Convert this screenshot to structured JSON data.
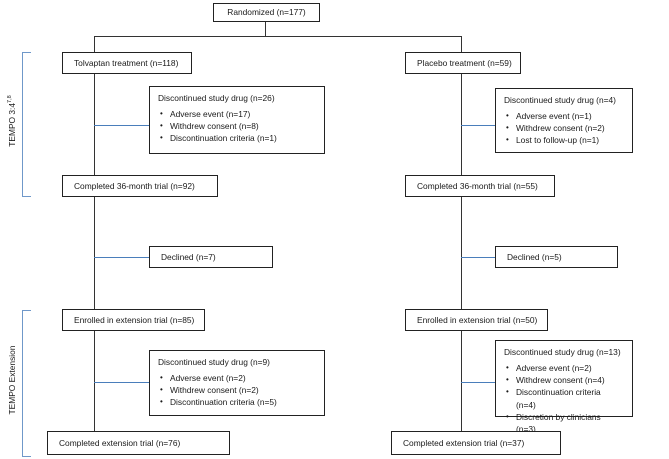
{
  "top": {
    "randomized": "Randomized (n=177)"
  },
  "phases": {
    "tempo34": {
      "label": "TEMPO 3:4",
      "sup": "7,8"
    },
    "extension": {
      "label": "TEMPO Extension"
    }
  },
  "left": {
    "treatment": "Tolvaptan treatment (n=118)",
    "disc1": {
      "title": "Discontinued study drug (n=26)",
      "items": [
        "Adverse event (n=17)",
        "Withdrew consent (n=8)",
        "Discontinuation criteria (n=1)"
      ]
    },
    "completed36": "Completed 36-month trial (n=92)",
    "declined": "Declined (n=7)",
    "enrolled": "Enrolled in extension trial (n=85)",
    "disc2": {
      "title": "Discontinued study drug (n=9)",
      "items": [
        "Adverse event (n=2)",
        "Withdrew consent (n=2)",
        "Discontinuation criteria (n=5)"
      ]
    },
    "completedExt": "Completed extension trial (n=76)"
  },
  "right": {
    "treatment": "Placebo treatment (n=59)",
    "disc1": {
      "title": "Discontinued study drug (n=4)",
      "items": [
        "Adverse event (n=1)",
        "Withdrew consent (n=2)",
        "Lost to follow-up (n=1)"
      ]
    },
    "completed36": "Completed 36-month trial (n=55)",
    "declined": "Declined (n=5)",
    "enrolled": "Enrolled in extension trial (n=50)",
    "disc2": {
      "title": "Discontinued study drug (n=13)",
      "items": [
        "Adverse event (n=2)",
        "Withdrew consent (n=4)",
        "Discontinuation criteria (n=4)",
        "Discretion by clinicians (n=3)"
      ]
    },
    "completedExt": "Completed extension trial (n=37)"
  }
}
